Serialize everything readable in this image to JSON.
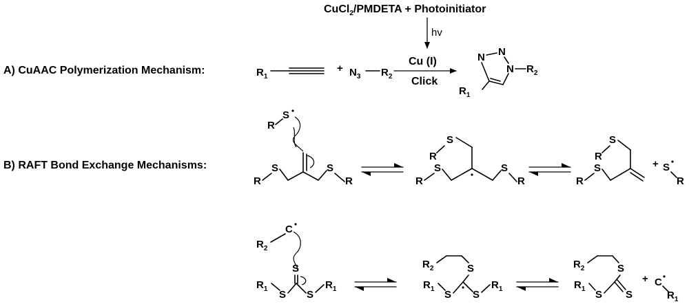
{
  "section_a": {
    "label": "A) CuAAC Polymerization Mechanism:",
    "reagents_top": "CuCl",
    "reagents_top_sub": "2",
    "reagents_top_rest": "/PMDETA + Photoinitiator",
    "light": "hv",
    "catalyst": "Cu (I)",
    "condition": "Click",
    "alkyne_r": "R",
    "alkyne_r_sub": "1",
    "plus": "+",
    "azide_n3": "N",
    "azide_n3_sub": "3",
    "azide_r": "R",
    "azide_r_sub": "2",
    "triazole_n": "N",
    "triazole_r2": "R",
    "triazole_r2_sub": "2",
    "triazole_r1": "R",
    "triazole_r1_sub": "1"
  },
  "section_b": {
    "label": "B) RAFT Bond Exchange Mechanisms:",
    "sulfur": "S",
    "r": "R",
    "carbon": "C",
    "r1": "R",
    "r1_sub": "1",
    "r2": "R",
    "r2_sub": "2",
    "plus": "+"
  }
}
